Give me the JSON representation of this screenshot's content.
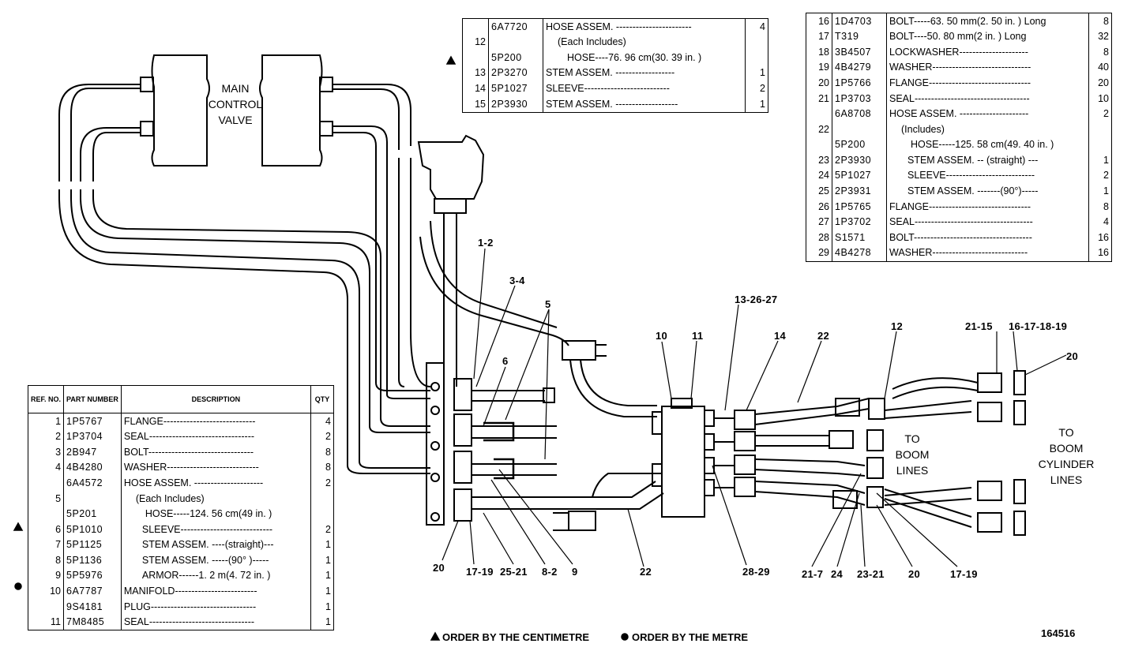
{
  "main_valve_label": [
    "MAIN",
    "CONTROL",
    "VALVE"
  ],
  "boom_lines_label": [
    "TO",
    "BOOM",
    "LINES"
  ],
  "boom_cylinder_label": [
    "TO",
    "BOOM",
    "CYLINDER",
    "LINES"
  ],
  "footnotes": {
    "centimetre": "ORDER BY THE CENTIMETRE",
    "metre": "ORDER BY THE METRE",
    "figure_number": "164516"
  },
  "callouts": {
    "c1": "1-2",
    "c2": "3-4",
    "c3": "5",
    "c4": "6",
    "c5": "13-26-27",
    "c6": "10",
    "c7": "11",
    "c8": "14",
    "c9": "22",
    "c10": "12",
    "c11": "21-15",
    "c12": "16-17-18-19",
    "c13": "20",
    "c14": "20",
    "c15": "17-19",
    "c16": "25-21",
    "c17": "8-2",
    "c18": "9",
    "c19": "22",
    "c20": "28-29",
    "c21": "21-7",
    "c22": "24",
    "c23": "23-21",
    "c24": "20",
    "c25": "17-19"
  },
  "table_headers": {
    "ref": "REF. NO.",
    "part": "PART NUMBER",
    "desc": "DESCRIPTION",
    "qty": "QTY"
  },
  "table_top_center": [
    {
      "ref": "",
      "part": "6A7720",
      "desc": "HOSE ASSEM. -----------------------",
      "qty": "4"
    },
    {
      "ref": "12",
      "part": "",
      "desc": "(Each Includes)",
      "qty": ""
    },
    {
      "ref": "",
      "part": "5P200",
      "desc": "HOSE----76. 96 cm(30. 39 in. )",
      "qty": ""
    },
    {
      "ref": "13",
      "part": "2P3270",
      "desc": "STEM ASSEM. ------------------",
      "qty": "1"
    },
    {
      "ref": "14",
      "part": "5P1027",
      "desc": "SLEEVE--------------------------",
      "qty": "2"
    },
    {
      "ref": "15",
      "part": "2P3930",
      "desc": "STEM ASSEM. -------------------",
      "qty": "1"
    }
  ],
  "table_top_right": [
    {
      "ref": "16",
      "part": "1D4703",
      "desc": "BOLT-----63. 50 mm(2. 50 in. ) Long",
      "qty": "8"
    },
    {
      "ref": "17",
      "part": "T319",
      "desc": "BOLT----50. 80 mm(2 in. ) Long",
      "qty": "32"
    },
    {
      "ref": "18",
      "part": "3B4507",
      "desc": "LOCKWASHER---------------------",
      "qty": "8"
    },
    {
      "ref": "19",
      "part": "4B4279",
      "desc": "WASHER------------------------------",
      "qty": "40"
    },
    {
      "ref": "20",
      "part": "1P5766",
      "desc": "FLANGE-------------------------------",
      "qty": "20"
    },
    {
      "ref": "21",
      "part": "1P3703",
      "desc": "SEAL-----------------------------------",
      "qty": "10"
    },
    {
      "ref": "",
      "part": "6A8708",
      "desc": "HOSE ASSEM. ---------------------",
      "qty": "2"
    },
    {
      "ref": "22",
      "part": "",
      "desc": "(Includes)",
      "qty": ""
    },
    {
      "ref": "",
      "part": "5P200",
      "desc": "HOSE-----125. 58 cm(49. 40 in. )",
      "qty": ""
    },
    {
      "ref": "23",
      "part": "2P3930",
      "desc": "STEM ASSEM. -- (straight) ---",
      "qty": "1"
    },
    {
      "ref": "24",
      "part": "5P1027",
      "desc": "SLEEVE---------------------------",
      "qty": "2"
    },
    {
      "ref": "25",
      "part": "2P3931",
      "desc": "STEM ASSEM. -------(90°)-----",
      "qty": "1"
    },
    {
      "ref": "26",
      "part": "1P5765",
      "desc": "FLANGE-------------------------------",
      "qty": "8"
    },
    {
      "ref": "27",
      "part": "1P3702",
      "desc": "SEAL------------------------------------",
      "qty": "4"
    },
    {
      "ref": "28",
      "part": "S1571",
      "desc": "BOLT------------------------------------",
      "qty": "16"
    },
    {
      "ref": "29",
      "part": "4B4278",
      "desc": "WASHER-----------------------------",
      "qty": "16"
    }
  ],
  "table_bottom_left": [
    {
      "ref": "1",
      "part": "1P5767",
      "desc": "FLANGE----------------------------",
      "qty": "4"
    },
    {
      "ref": "2",
      "part": "1P3704",
      "desc": "SEAL--------------------------------",
      "qty": "2"
    },
    {
      "ref": "3",
      "part": "2B947",
      "desc": "BOLT--------------------------------",
      "qty": "8"
    },
    {
      "ref": "4",
      "part": "4B4280",
      "desc": "WASHER----------------------------",
      "qty": "8"
    },
    {
      "ref": "",
      "part": "6A4572",
      "desc": "HOSE ASSEM. ---------------------",
      "qty": "2"
    },
    {
      "ref": "5",
      "part": "",
      "desc": "(Each Includes)",
      "qty": ""
    },
    {
      "ref": "",
      "part": "5P201",
      "desc": "HOSE-----124. 56 cm(49 in. )",
      "qty": ""
    },
    {
      "ref": "6",
      "part": "5P1010",
      "desc": "SLEEVE----------------------------",
      "qty": "2"
    },
    {
      "ref": "7",
      "part": "5P1125",
      "desc": "STEM ASSEM. ----(straight)---",
      "qty": "1"
    },
    {
      "ref": "8",
      "part": "5P1136",
      "desc": "STEM ASSEM. -----(90° )-----",
      "qty": "1"
    },
    {
      "ref": "9",
      "part": "5P5976",
      "desc": "ARMOR------1. 2 m(4. 72 in. )",
      "qty": "1"
    },
    {
      "ref": "10",
      "part": "6A7787",
      "desc": "MANIFOLD-------------------------",
      "qty": "1"
    },
    {
      "ref": "",
      "part": "9S4181",
      "desc": "PLUG--------------------------------",
      "qty": "1"
    },
    {
      "ref": "11",
      "part": "7M8485",
      "desc": "SEAL--------------------------------",
      "qty": "1"
    }
  ]
}
